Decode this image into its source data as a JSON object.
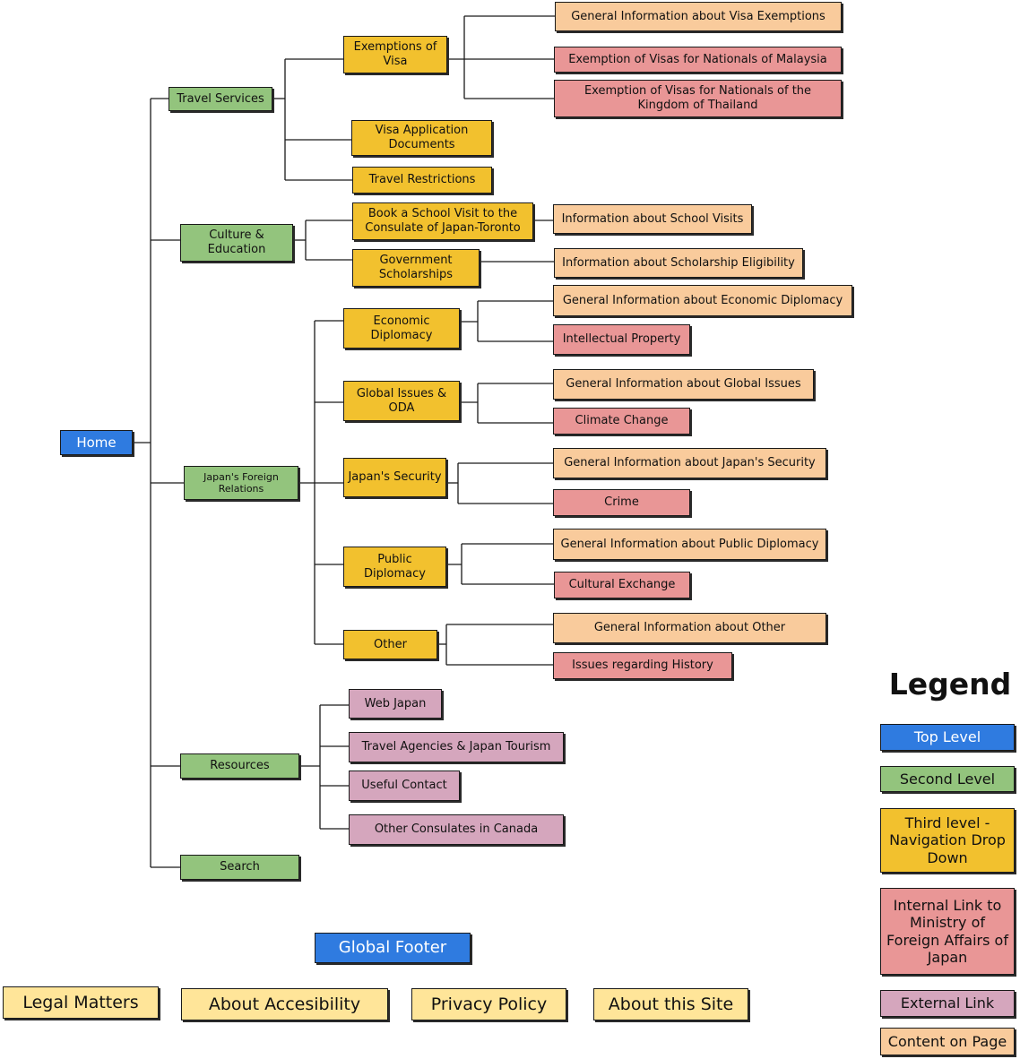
{
  "sitemap": {
    "home": "Home",
    "travel_services": {
      "label": "Travel Services",
      "exemptions_of_visa": {
        "label": "Exemptions of Visa",
        "general_info": "General Information about Visa Exemptions",
        "malaysia": "Exemption of Visas for Nationals of Malaysia",
        "thailand": "Exemption of Visas for Nationals of the Kingdom of Thailand"
      },
      "visa_application_documents": "Visa Application Documents",
      "travel_restrictions": "Travel Restrictions"
    },
    "culture_education": {
      "label": "Culture & Education",
      "school_visit": {
        "label": "Book a School Visit to the Consulate of Japan-Toronto",
        "info": "Information about School Visits"
      },
      "scholarships": {
        "label": "Government Scholarships",
        "info": "Information about Scholarship Eligibility"
      }
    },
    "foreign_relations": {
      "label": "Japan's Foreign Relations",
      "economic_diplomacy": {
        "label": "Economic Diplomacy",
        "general_info": "General Information about Economic Diplomacy",
        "intellectual_property": "Intellectual Property"
      },
      "global_issues": {
        "label": "Global Issues & ODA",
        "general_info": "General Information about Global Issues",
        "climate_change": "Climate Change"
      },
      "security": {
        "label": "Japan's Security",
        "general_info": "General Information about Japan's Security",
        "crime": "Crime"
      },
      "public_diplomacy": {
        "label": "Public Diplomacy",
        "general_info": "General Information about Public Diplomacy",
        "cultural_exchange": "Cultural Exchange"
      },
      "other": {
        "label": "Other",
        "general_info": "General Information about Other",
        "history": "Issues regarding History"
      }
    },
    "resources": {
      "label": "Resources",
      "web_japan": "Web Japan",
      "travel_agencies": "Travel Agencies & Japan Tourism",
      "useful_contact": "Useful Contact",
      "other_consulates": "Other Consulates in Canada"
    },
    "search": "Search"
  },
  "footer": {
    "title": "Global Footer",
    "items": [
      "Legal Matters",
      "About Accesibility",
      "Privacy Policy",
      "About this Site"
    ]
  },
  "legend": {
    "title": "Legend",
    "items": [
      {
        "label": "Top Level",
        "color": "#2f7be0"
      },
      {
        "label": "Second Level",
        "color": "#93c47d"
      },
      {
        "label": "Third level - Navigation Drop Down",
        "color": "#f2c12e"
      },
      {
        "label": "Internal Link to Ministry of Foreign Affairs of Japan",
        "color": "#e99696"
      },
      {
        "label": "External Link",
        "color": "#d5a6bd"
      },
      {
        "label": "Content on Page",
        "color": "#f9cb9c"
      }
    ]
  }
}
